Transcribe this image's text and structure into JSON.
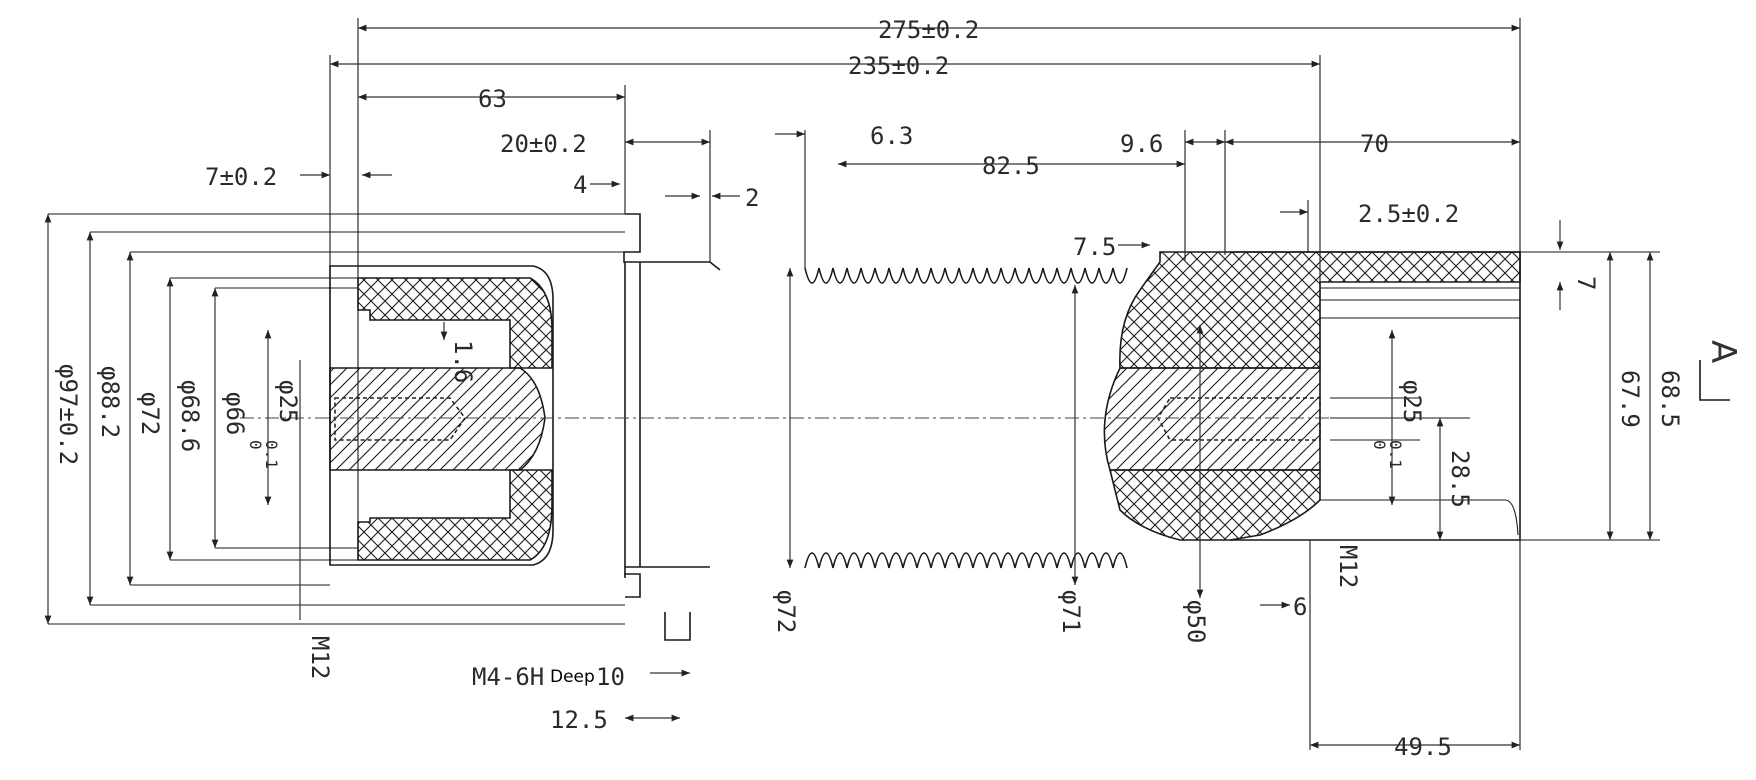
{
  "dimensions": {
    "overall_length": "275±0.2",
    "mount_length": "235±0.2",
    "left_block": "63",
    "flange_offset": "20±0.2",
    "left_step": "7±0.2",
    "lip_4": "4",
    "lip_2": "2",
    "bellows_start": "6.3",
    "bellows_length": "82.5",
    "right_gap": "9.6",
    "right_end": "70",
    "right_shoulder": "2.5±0.2",
    "right_lip": "7.5",
    "cap_thickness": "7",
    "dia_outer": "φ97±0.2",
    "dia_88": "φ88.2",
    "dia_72_left": "φ72",
    "dia_68": "φ68.6",
    "dia_66": "φ66",
    "dia_25_left": "φ25",
    "dia_25_right": "φ25",
    "tol_upper": "0",
    "tol_lower": "0.1",
    "depth_16": "1.6",
    "dia_72_mid": "φ72",
    "dia_71": "φ71",
    "dia_50": "φ50",
    "dim_68_5": "68.5",
    "dim_67_9": "67.9",
    "dim_28_5": "28.5",
    "dim_6": "6",
    "dim_49_5": "49.5",
    "thread_left": "M12",
    "thread_right": "M12",
    "tapped_hole": "M4-6H",
    "deep_note": "Deep",
    "hole_depth": "10",
    "hole_offset": "12.5",
    "view_label": "A"
  }
}
